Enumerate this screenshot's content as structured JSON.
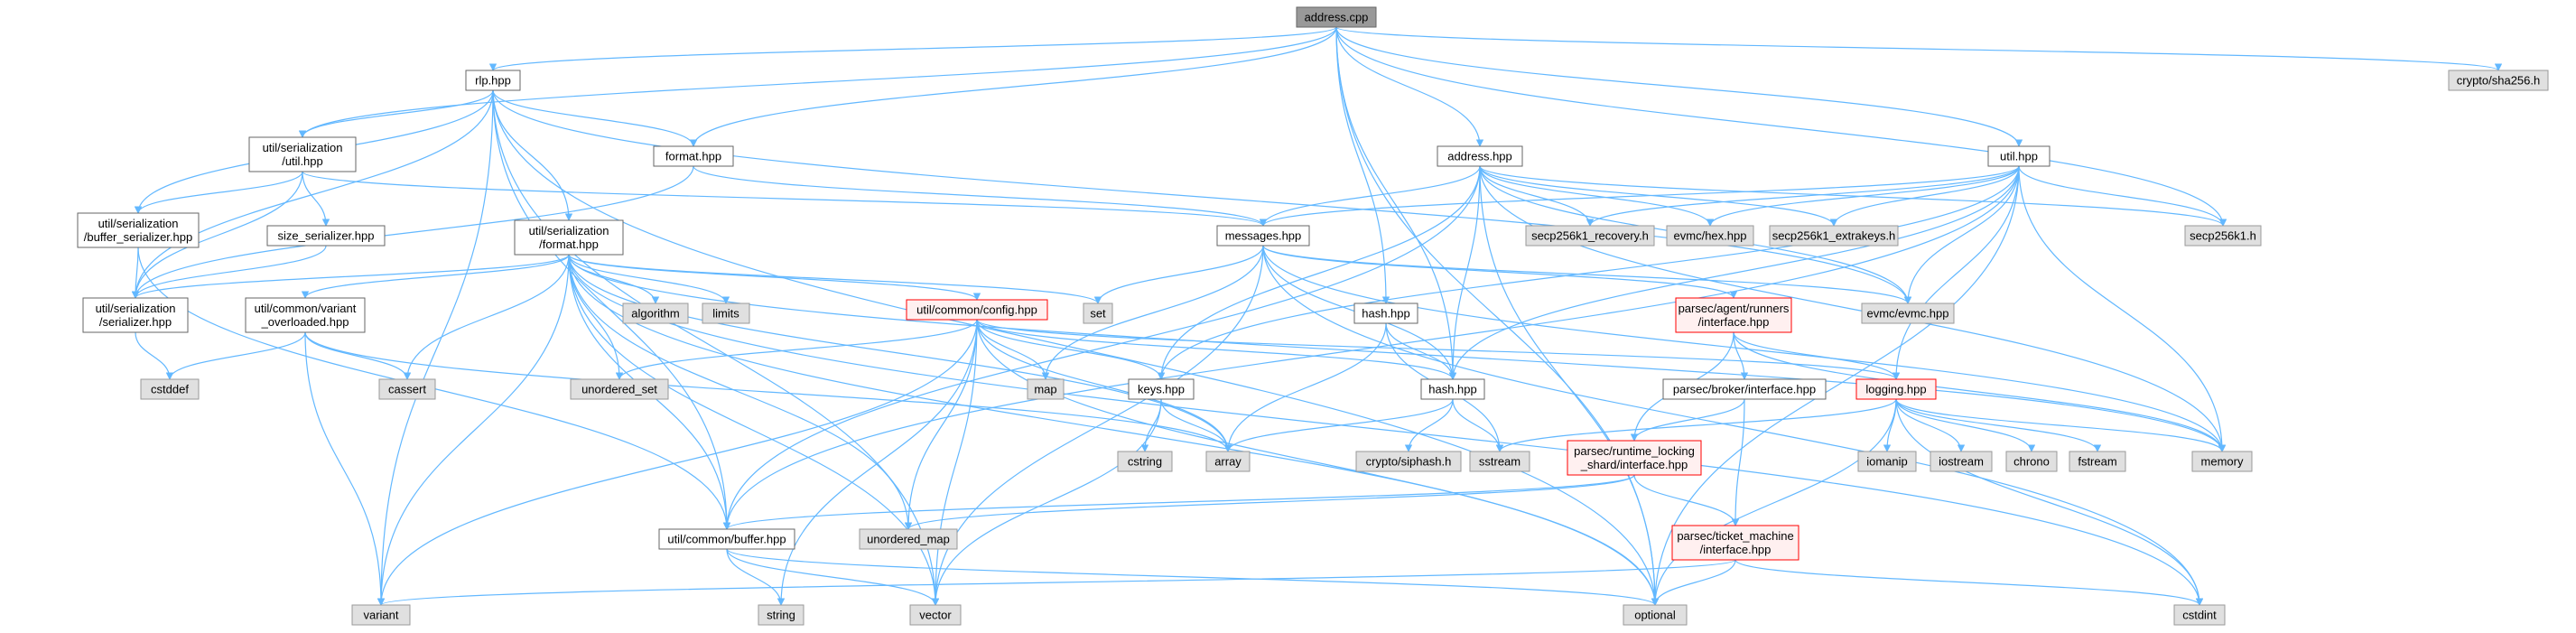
{
  "colors": {
    "edge": "#63b8ff",
    "root_fill": "#999999",
    "root_stroke": "#666666",
    "source_fill": "#ffffff",
    "source_stroke": "#666666",
    "system_fill": "#e0e0e0",
    "system_stroke": "#999999",
    "incomplete_fill": "#fff0f0",
    "incomplete_stroke": "#ff0000"
  },
  "nodes": [
    {
      "id": "address_cpp",
      "kind": "root",
      "lines": [
        "address.cpp"
      ]
    },
    {
      "id": "rlp_hpp",
      "kind": "source",
      "lines": [
        "rlp.hpp"
      ]
    },
    {
      "id": "util_serialization_util_hpp",
      "kind": "source",
      "lines": [
        "util/serialization",
        "/util.hpp"
      ]
    },
    {
      "id": "format_hpp",
      "kind": "source",
      "lines": [
        "format.hpp"
      ]
    },
    {
      "id": "util_serialization_buffer_serializer_hpp",
      "kind": "source",
      "lines": [
        "util/serialization",
        "/buffer_serializer.hpp"
      ]
    },
    {
      "id": "size_serializer_hpp",
      "kind": "source",
      "lines": [
        "size_serializer.hpp"
      ]
    },
    {
      "id": "util_serialization_format_hpp",
      "kind": "source",
      "lines": [
        "util/serialization",
        "/format.hpp"
      ]
    },
    {
      "id": "util_serialization_serializer_hpp",
      "kind": "source",
      "lines": [
        "util/serialization",
        "/serializer.hpp"
      ]
    },
    {
      "id": "util_common_variant_overloaded_hpp",
      "kind": "source",
      "lines": [
        "util/common/variant",
        "_overloaded.hpp"
      ]
    },
    {
      "id": "address_hpp",
      "kind": "source",
      "lines": [
        "address.hpp"
      ]
    },
    {
      "id": "messages_hpp",
      "kind": "source",
      "lines": [
        "messages.hpp"
      ]
    },
    {
      "id": "util_hpp",
      "kind": "source",
      "lines": [
        "util.hpp"
      ]
    },
    {
      "id": "hash_hpp_top",
      "kind": "source",
      "lines": [
        "hash.hpp"
      ]
    },
    {
      "id": "hash_hpp",
      "kind": "source",
      "lines": [
        "hash.hpp"
      ]
    },
    {
      "id": "keys_hpp",
      "kind": "source",
      "lines": [
        "keys.hpp"
      ]
    },
    {
      "id": "util_common_config_hpp",
      "kind": "incomplete",
      "lines": [
        "util/common/config.hpp"
      ]
    },
    {
      "id": "parsec_agent_runners_interface_hpp",
      "kind": "incomplete",
      "lines": [
        "parsec/agent/runners",
        "/interface.hpp"
      ]
    },
    {
      "id": "parsec_broker_interface_hpp",
      "kind": "source",
      "lines": [
        "parsec/broker/interface.hpp"
      ]
    },
    {
      "id": "logging_hpp",
      "kind": "incomplete",
      "lines": [
        "logging.hpp"
      ]
    },
    {
      "id": "parsec_runtime_locking_shard_interface_hpp",
      "kind": "incomplete",
      "lines": [
        "parsec/runtime_locking",
        "_shard/interface.hpp"
      ]
    },
    {
      "id": "parsec_ticket_machine_interface_hpp",
      "kind": "incomplete",
      "lines": [
        "parsec/ticket_machine",
        "/interface.hpp"
      ]
    },
    {
      "id": "util_common_buffer_hpp",
      "kind": "source",
      "lines": [
        "util/common/buffer.hpp"
      ]
    },
    {
      "id": "crypto_sha256_h",
      "kind": "system",
      "lines": [
        "crypto/sha256.h"
      ]
    },
    {
      "id": "secp256k1_recovery_h",
      "kind": "system",
      "lines": [
        "secp256k1_recovery.h"
      ]
    },
    {
      "id": "evmc_hex_hpp",
      "kind": "system",
      "lines": [
        "evmc/hex.hpp"
      ]
    },
    {
      "id": "secp256k1_extrakeys_h",
      "kind": "system",
      "lines": [
        "secp256k1_extrakeys.h"
      ]
    },
    {
      "id": "secp256k1_h",
      "kind": "system",
      "lines": [
        "secp256k1.h"
      ]
    },
    {
      "id": "algorithm",
      "kind": "system",
      "lines": [
        "algorithm"
      ]
    },
    {
      "id": "limits",
      "kind": "system",
      "lines": [
        "limits"
      ]
    },
    {
      "id": "set",
      "kind": "system",
      "lines": [
        "set"
      ]
    },
    {
      "id": "evmc_evmc_hpp",
      "kind": "system",
      "lines": [
        "evmc/evmc.hpp"
      ]
    },
    {
      "id": "cstddef",
      "kind": "system",
      "lines": [
        "cstddef"
      ]
    },
    {
      "id": "cassert",
      "kind": "system",
      "lines": [
        "cassert"
      ]
    },
    {
      "id": "unordered_set",
      "kind": "system",
      "lines": [
        "unordered_set"
      ]
    },
    {
      "id": "map",
      "kind": "system",
      "lines": [
        "map"
      ]
    },
    {
      "id": "cstring",
      "kind": "system",
      "lines": [
        "cstring"
      ]
    },
    {
      "id": "array",
      "kind": "system",
      "lines": [
        "array"
      ]
    },
    {
      "id": "crypto_siphash_h",
      "kind": "system",
      "lines": [
        "crypto/siphash.h"
      ]
    },
    {
      "id": "sstream",
      "kind": "system",
      "lines": [
        "sstream"
      ]
    },
    {
      "id": "iomanip",
      "kind": "system",
      "lines": [
        "iomanip"
      ]
    },
    {
      "id": "iostream",
      "kind": "system",
      "lines": [
        "iostream"
      ]
    },
    {
      "id": "chrono",
      "kind": "system",
      "lines": [
        "chrono"
      ]
    },
    {
      "id": "fstream",
      "kind": "system",
      "lines": [
        "fstream"
      ]
    },
    {
      "id": "memory",
      "kind": "system",
      "lines": [
        "memory"
      ]
    },
    {
      "id": "unordered_map",
      "kind": "system",
      "lines": [
        "unordered_map"
      ]
    },
    {
      "id": "variant",
      "kind": "system",
      "lines": [
        "variant"
      ]
    },
    {
      "id": "string",
      "kind": "system",
      "lines": [
        "string"
      ]
    },
    {
      "id": "vector",
      "kind": "system",
      "lines": [
        "vector"
      ]
    },
    {
      "id": "optional",
      "kind": "system",
      "lines": [
        "optional"
      ]
    },
    {
      "id": "cstdint",
      "kind": "system",
      "lines": [
        "cstdint"
      ]
    }
  ],
  "edges": [
    [
      "address_cpp",
      "rlp_hpp"
    ],
    [
      "address_cpp",
      "util_serialization_util_hpp"
    ],
    [
      "address_cpp",
      "format_hpp"
    ],
    [
      "address_cpp",
      "address_hpp"
    ],
    [
      "address_cpp",
      "util_hpp"
    ],
    [
      "address_cpp",
      "hash_hpp_top"
    ],
    [
      "address_cpp",
      "crypto_sha256_h"
    ],
    [
      "address_cpp",
      "secp256k1_h"
    ],
    [
      "address_cpp",
      "optional"
    ],
    [
      "address_cpp",
      "hash_hpp"
    ],
    [
      "rlp_hpp",
      "util_serialization_util_hpp"
    ],
    [
      "rlp_hpp",
      "format_hpp"
    ],
    [
      "rlp_hpp",
      "util_serialization_buffer_serializer_hpp"
    ],
    [
      "rlp_hpp",
      "util_serialization_format_hpp"
    ],
    [
      "rlp_hpp",
      "util_serialization_serializer_hpp"
    ],
    [
      "rlp_hpp",
      "util_common_buffer_hpp"
    ],
    [
      "rlp_hpp",
      "evmc_evmc_hpp"
    ],
    [
      "rlp_hpp",
      "optional"
    ],
    [
      "rlp_hpp",
      "vector"
    ],
    [
      "rlp_hpp",
      "variant"
    ],
    [
      "util_serialization_util_hpp",
      "util_serialization_buffer_serializer_hpp"
    ],
    [
      "util_serialization_util_hpp",
      "size_serializer_hpp"
    ],
    [
      "util_serialization_util_hpp",
      "util_serialization_serializer_hpp"
    ],
    [
      "util_serialization_util_hpp",
      "messages_hpp"
    ],
    [
      "format_hpp",
      "messages_hpp"
    ],
    [
      "format_hpp",
      "util_serialization_serializer_hpp"
    ],
    [
      "util_serialization_buffer_serializer_hpp",
      "util_serialization_serializer_hpp"
    ],
    [
      "util_serialization_buffer_serializer_hpp",
      "util_common_buffer_hpp"
    ],
    [
      "size_serializer_hpp",
      "util_serialization_serializer_hpp"
    ],
    [
      "util_serialization_format_hpp",
      "util_serialization_serializer_hpp"
    ],
    [
      "util_serialization_format_hpp",
      "util_common_variant_overloaded_hpp"
    ],
    [
      "util_serialization_format_hpp",
      "cassert"
    ],
    [
      "util_serialization_format_hpp",
      "algorithm"
    ],
    [
      "util_serialization_format_hpp",
      "limits"
    ],
    [
      "util_serialization_format_hpp",
      "unordered_set"
    ],
    [
      "util_serialization_format_hpp",
      "unordered_map"
    ],
    [
      "util_serialization_format_hpp",
      "util_common_config_hpp"
    ],
    [
      "util_serialization_format_hpp",
      "set"
    ],
    [
      "util_serialization_format_hpp",
      "array"
    ],
    [
      "util_serialization_format_hpp",
      "util_common_buffer_hpp"
    ],
    [
      "util_serialization_format_hpp",
      "optional"
    ],
    [
      "util_serialization_format_hpp",
      "variant"
    ],
    [
      "util_serialization_format_hpp",
      "vector"
    ],
    [
      "util_serialization_format_hpp",
      "cstdint"
    ],
    [
      "util_serialization_format_hpp",
      "memory"
    ],
    [
      "util_serialization_serializer_hpp",
      "cstddef"
    ],
    [
      "util_common_variant_overloaded_hpp",
      "cstddef"
    ],
    [
      "util_common_variant_overloaded_hpp",
      "cassert"
    ],
    [
      "util_common_variant_overloaded_hpp",
      "variant"
    ],
    [
      "util_common_variant_overloaded_hpp",
      "array"
    ],
    [
      "address_hpp",
      "messages_hpp"
    ],
    [
      "address_hpp",
      "secp256k1_recovery_h"
    ],
    [
      "address_hpp",
      "evmc_hex_hpp"
    ],
    [
      "address_hpp",
      "secp256k1_extrakeys_h"
    ],
    [
      "address_hpp",
      "secp256k1_h"
    ],
    [
      "address_hpp",
      "keys_hpp"
    ],
    [
      "address_hpp",
      "hash_hpp"
    ],
    [
      "address_hpp",
      "util_common_buffer_hpp"
    ],
    [
      "address_hpp",
      "evmc_evmc_hpp"
    ],
    [
      "address_hpp",
      "memory"
    ],
    [
      "address_hpp",
      "optional"
    ],
    [
      "messages_hpp",
      "set"
    ],
    [
      "messages_hpp",
      "map"
    ],
    [
      "messages_hpp",
      "vector"
    ],
    [
      "messages_hpp",
      "evmc_evmc_hpp"
    ],
    [
      "messages_hpp",
      "parsec_agent_runners_interface_hpp"
    ],
    [
      "messages_hpp",
      "hash_hpp"
    ],
    [
      "messages_hpp",
      "cstdint"
    ],
    [
      "messages_hpp",
      "memory"
    ],
    [
      "util_hpp",
      "messages_hpp"
    ],
    [
      "util_hpp",
      "secp256k1_recovery_h"
    ],
    [
      "util_hpp",
      "evmc_hex_hpp"
    ],
    [
      "util_hpp",
      "secp256k1_extrakeys_h"
    ],
    [
      "util_hpp",
      "secp256k1_h"
    ],
    [
      "util_hpp",
      "evmc_evmc_hpp"
    ],
    [
      "util_hpp",
      "memory"
    ],
    [
      "util_hpp",
      "keys_hpp"
    ],
    [
      "util_hpp",
      "hash_hpp"
    ],
    [
      "util_hpp",
      "logging_hpp"
    ],
    [
      "util_hpp",
      "util_common_buffer_hpp"
    ],
    [
      "util_hpp",
      "optional"
    ],
    [
      "hash_hpp_top",
      "hash_hpp"
    ],
    [
      "hash_hpp_top",
      "array"
    ],
    [
      "hash_hpp_top",
      "sstream"
    ],
    [
      "hash_hpp",
      "crypto_siphash_h"
    ],
    [
      "hash_hpp",
      "sstream"
    ],
    [
      "hash_hpp",
      "array"
    ],
    [
      "keys_hpp",
      "cstring"
    ],
    [
      "keys_hpp",
      "array"
    ],
    [
      "keys_hpp",
      "vector"
    ],
    [
      "util_common_config_hpp",
      "unordered_set"
    ],
    [
      "util_common_config_hpp",
      "map"
    ],
    [
      "util_common_config_hpp",
      "keys_hpp"
    ],
    [
      "util_common_config_hpp",
      "hash_hpp"
    ],
    [
      "util_common_config_hpp",
      "logging_hpp"
    ],
    [
      "util_common_config_hpp",
      "unordered_map"
    ],
    [
      "util_common_config_hpp",
      "string"
    ],
    [
      "util_common_config_hpp",
      "vector"
    ],
    [
      "util_common_config_hpp",
      "variant"
    ],
    [
      "util_common_config_hpp",
      "optional"
    ],
    [
      "util_common_config_hpp",
      "array"
    ],
    [
      "parsec_agent_runners_interface_hpp",
      "parsec_broker_interface_hpp"
    ],
    [
      "parsec_agent_runners_interface_hpp",
      "logging_hpp"
    ],
    [
      "parsec_agent_runners_interface_hpp",
      "parsec_runtime_locking_shard_interface_hpp"
    ],
    [
      "parsec_agent_runners_interface_hpp",
      "memory"
    ],
    [
      "parsec_broker_interface_hpp",
      "parsec_runtime_locking_shard_interface_hpp"
    ],
    [
      "parsec_broker_interface_hpp",
      "parsec_ticket_machine_interface_hpp"
    ],
    [
      "logging_hpp",
      "sstream"
    ],
    [
      "logging_hpp",
      "iomanip"
    ],
    [
      "logging_hpp",
      "iostream"
    ],
    [
      "logging_hpp",
      "chrono"
    ],
    [
      "logging_hpp",
      "fstream"
    ],
    [
      "logging_hpp",
      "memory"
    ],
    [
      "logging_hpp",
      "optional"
    ],
    [
      "logging_hpp",
      "cstdint"
    ],
    [
      "parsec_runtime_locking_shard_interface_hpp",
      "parsec_ticket_machine_interface_hpp"
    ],
    [
      "parsec_runtime_locking_shard_interface_hpp",
      "util_common_buffer_hpp"
    ],
    [
      "parsec_runtime_locking_shard_interface_hpp",
      "unordered_map"
    ],
    [
      "parsec_ticket_machine_interface_hpp",
      "variant"
    ],
    [
      "parsec_ticket_machine_interface_hpp",
      "optional"
    ],
    [
      "parsec_ticket_machine_interface_hpp",
      "cstdint"
    ],
    [
      "util_common_buffer_hpp",
      "string"
    ],
    [
      "util_common_buffer_hpp",
      "vector"
    ],
    [
      "util_common_buffer_hpp",
      "optional"
    ]
  ]
}
